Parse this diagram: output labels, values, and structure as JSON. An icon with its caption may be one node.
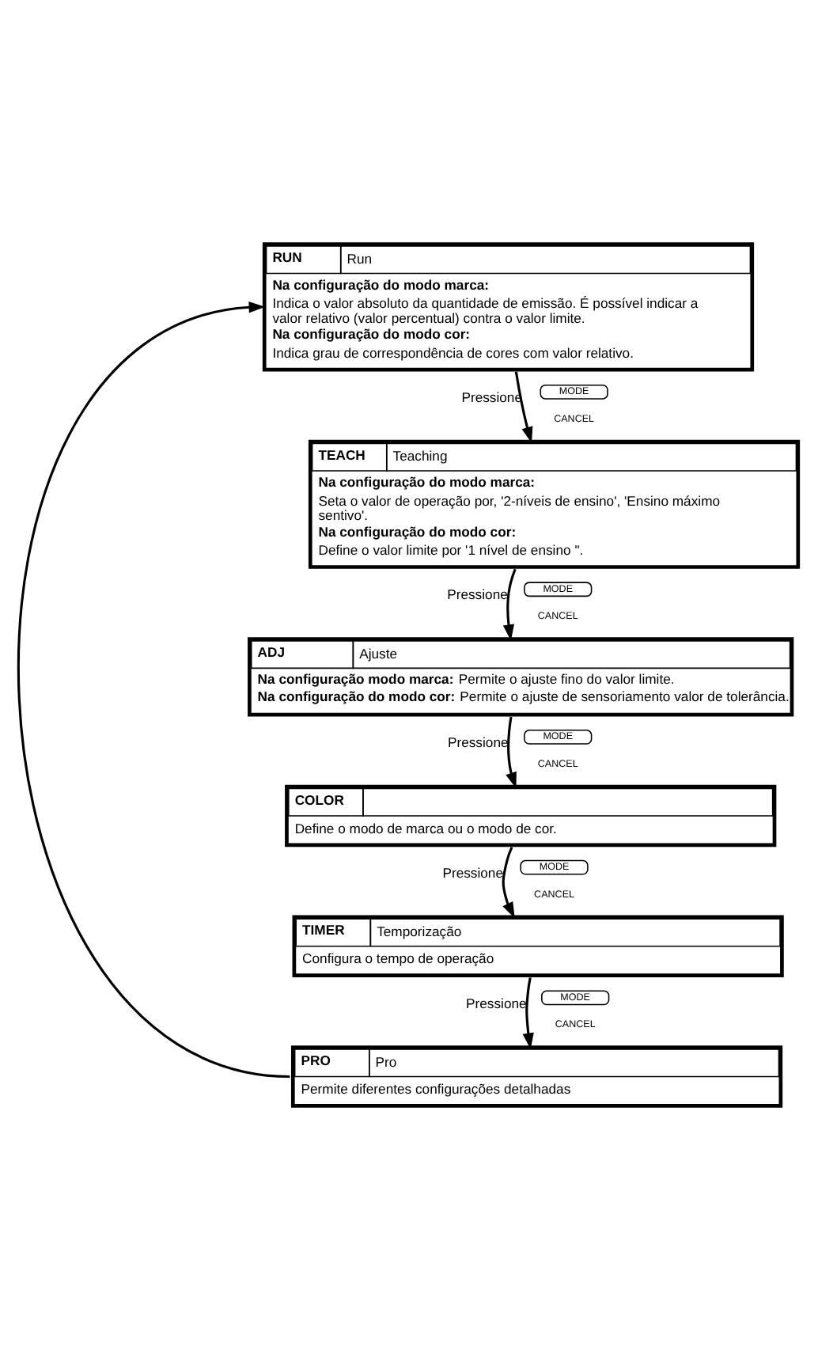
{
  "diagram": {
    "nodes": [
      {
        "text": [
          "RUN",
          "Run",
          "Na configuração do modo marca:",
          "Indica o valor absoluto da quantidade de emissão. É possível indicar a valor relativo (valor percentual) contra o valor limite.",
          "Na configuração do modo cor:",
          "Indica grau de correspondência de cores com valor relativo."
        ]
      },
      {
        "text": [
          "TEACH",
          "Teaching",
          "Na configuração do modo marca:",
          "Seta o valor de operação por, '2-níveis de ensino', 'Ensino máximo sentivo'.",
          "Na configuração do modo cor:",
          "Define o valor limite por '1 nível de ensino \"."
        ]
      },
      {
        "text": [
          "ADJ",
          "Ajuste",
          "**Na configuração modo marca:** Permite o ajuste fino do valor limite.",
          "**Na configuração do modo cor:** Permite o ajuste de sensoriamento valor de tolerância."
        ]
      },
      {
        "text": [
          "COLOR",
          "Define o modo de marca ou o modo de cor."
        ]
      },
      {
        "text": [
          "TIMER",
          "Temporização",
          "Configura o tempo de operação"
        ]
      },
      {
        "text": [
          "PRO",
          "Pro",
          "Permite diferentes configurações detalhadas"
        ]
      }
    ],
    "edges": [
      {
        "from": 0,
        "to": 1,
        "arrow": "to",
        "label": "Pressione"
      },
      {
        "from": 1,
        "to": 2,
        "arrow": "to",
        "label": "Pressione"
      },
      {
        "from": 2,
        "to": 3,
        "arrow": "to",
        "label": "Pressione"
      },
      {
        "from": 3,
        "to": 4,
        "arrow": "to",
        "label": "Pressione"
      },
      {
        "from": 4,
        "to": 5,
        "arrow": "to",
        "label": "Pressione"
      },
      {
        "from": 5,
        "to": 0,
        "arrow": "to"
      }
    ],
    "labels": [
      "MODE",
      "CANCEL",
      "MODE",
      "CANCEL",
      "MODE",
      "CANCEL",
      "MODE",
      "CANCEL",
      "MODE",
      "CANCEL"
    ]
  }
}
